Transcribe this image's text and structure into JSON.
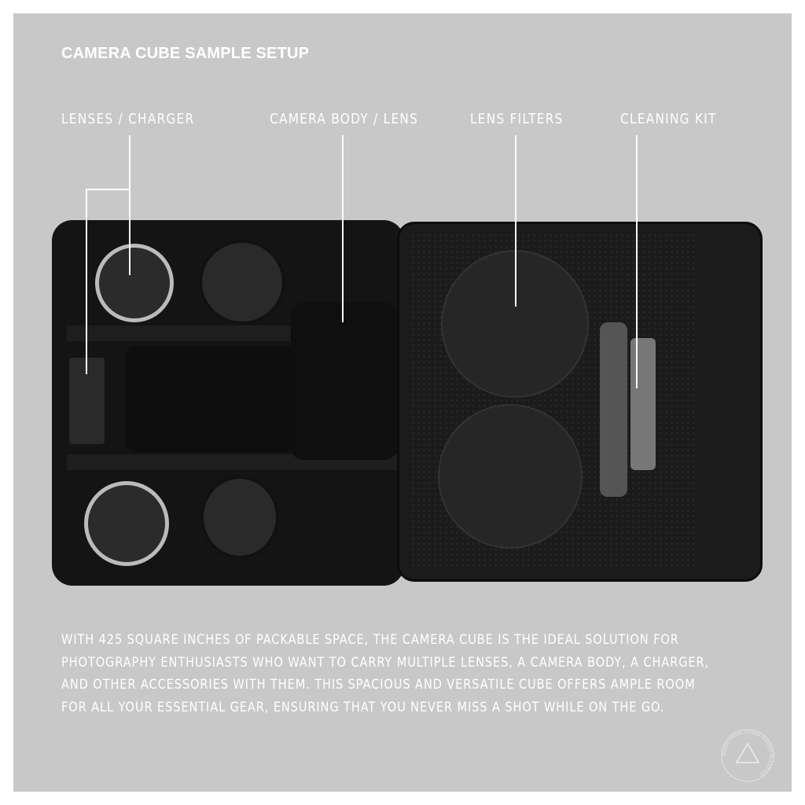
{
  "title": "CAMERA CUBE SAMPLE SETUP",
  "callouts": [
    {
      "label": "LENSES / CHARGER"
    },
    {
      "label": "CAMERA BODY / LENS"
    },
    {
      "label": "LENS FILTERS"
    },
    {
      "label": "CLEANING KIT"
    }
  ],
  "description": [
    "WITH 425 SQUARE INCHES OF PACKABLE SPACE, THE CAMERA CUBE IS THE IDEAL SOLUTION FOR",
    "PHOTOGRAPHY ENTHUSIASTS WHO WANT TO CARRY MULTIPLE LENSES, A CAMERA BODY, A CHARGER,",
    "AND OTHER ACCESSORIES WITH THEM. THIS SPACIOUS AND VERSATILE CUBE OFFERS AMPLE ROOM",
    "FOR ALL YOUR ESSENTIAL GEAR, ENSURING THAT YOU NEVER MISS A SHOT WHILE ON THE GO."
  ],
  "badge": {
    "text": "MADE FROM OCEAN-BOUND PLASTICS",
    "icon": "recycle-icon"
  },
  "colors": {
    "background": "#c8c8c8",
    "text": "#ffffff",
    "case": "#141414"
  }
}
